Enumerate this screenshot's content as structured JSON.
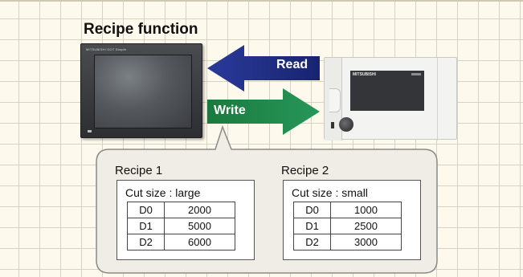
{
  "title": "Recipe function",
  "hmi": {
    "brand": "MITSUBISHI GOT Simple"
  },
  "plc": {
    "brand": "MITSUBISHI"
  },
  "arrows": {
    "read": {
      "label": "Read",
      "color": "#1f2d84"
    },
    "write": {
      "label": "Write",
      "color": "#1f8a4a"
    }
  },
  "recipes": [
    {
      "name": "Recipe 1",
      "cut_size": "Cut size : large",
      "rows": [
        {
          "reg": "D0",
          "value": "2000"
        },
        {
          "reg": "D1",
          "value": "5000"
        },
        {
          "reg": "D2",
          "value": "6000"
        }
      ]
    },
    {
      "name": "Recipe 2",
      "cut_size": "Cut size : small",
      "rows": [
        {
          "reg": "D0",
          "value": "1000"
        },
        {
          "reg": "D1",
          "value": "2500"
        },
        {
          "reg": "D2",
          "value": "3000"
        }
      ]
    }
  ],
  "colors": {
    "background": "#fdf9ec",
    "grid": "#d9d2c0",
    "callout": "#f0ede6"
  }
}
